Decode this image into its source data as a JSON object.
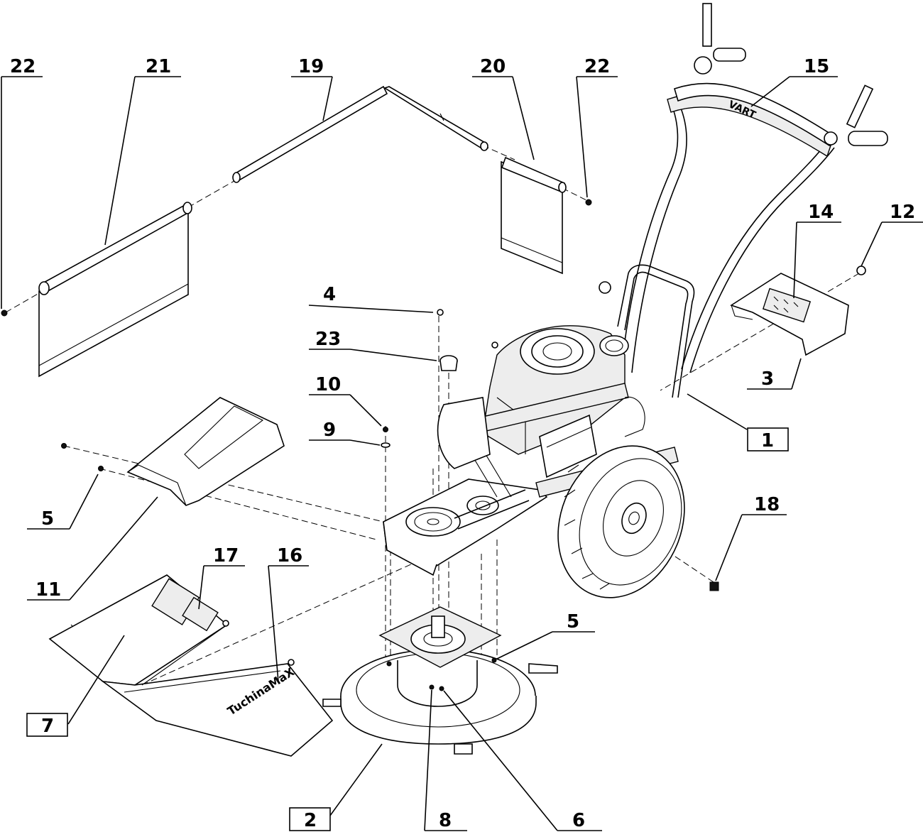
{
  "diagram": {
    "callouts": [
      {
        "id": "c22a",
        "text": "22",
        "boxed": false
      },
      {
        "id": "c21",
        "text": "21",
        "boxed": false
      },
      {
        "id": "c19",
        "text": "19",
        "boxed": false
      },
      {
        "id": "c20",
        "text": "20",
        "boxed": false
      },
      {
        "id": "c22b",
        "text": "22",
        "boxed": false
      },
      {
        "id": "c15",
        "text": "15",
        "boxed": false
      },
      {
        "id": "c14",
        "text": "14",
        "boxed": false
      },
      {
        "id": "c12",
        "text": "12",
        "boxed": false
      },
      {
        "id": "c4",
        "text": "4",
        "boxed": false
      },
      {
        "id": "c23",
        "text": "23",
        "boxed": false
      },
      {
        "id": "c10",
        "text": "10",
        "boxed": false
      },
      {
        "id": "c9",
        "text": "9",
        "boxed": false
      },
      {
        "id": "c3",
        "text": "3",
        "boxed": false
      },
      {
        "id": "c1",
        "text": "1",
        "boxed": true
      },
      {
        "id": "c5a",
        "text": "5",
        "boxed": false
      },
      {
        "id": "c18",
        "text": "18",
        "boxed": false
      },
      {
        "id": "c11",
        "text": "11",
        "boxed": false
      },
      {
        "id": "c17",
        "text": "17",
        "boxed": false
      },
      {
        "id": "c16",
        "text": "16",
        "boxed": false
      },
      {
        "id": "c5b",
        "text": "5",
        "boxed": false
      },
      {
        "id": "c7",
        "text": "7",
        "boxed": true
      },
      {
        "id": "c2",
        "text": "2",
        "boxed": true
      },
      {
        "id": "c8",
        "text": "8",
        "boxed": false
      },
      {
        "id": "c6",
        "text": "6",
        "boxed": false
      }
    ],
    "decals": {
      "handle_brand": "VART",
      "deflector_brand": "TuchinaMaX"
    }
  }
}
